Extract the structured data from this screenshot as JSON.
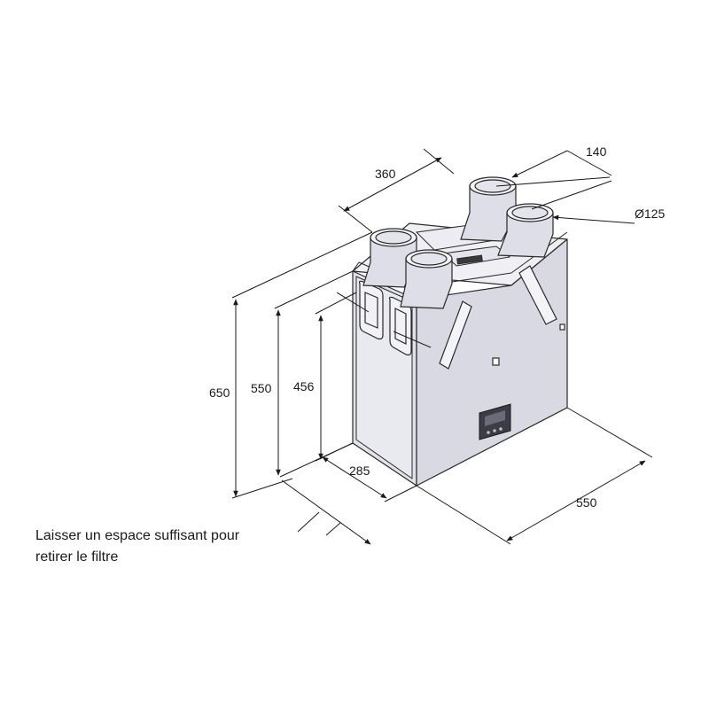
{
  "dimensions": {
    "top_width": "360",
    "duct_spacing": "140",
    "duct_diameter": "Ø125",
    "total_height": "650",
    "body_height": "550",
    "side_height": "456",
    "front_depth": "285",
    "length": "550"
  },
  "note": {
    "line1": "Laisser un espace suffisant pour",
    "line2": "retirer le filtre"
  },
  "colors": {
    "body_front": "#e6e6ee",
    "body_side": "#d6d6e0",
    "body_top": "#f0f0f4",
    "outline": "#2a2a2a",
    "dimension_line": "#1a1a1a"
  }
}
